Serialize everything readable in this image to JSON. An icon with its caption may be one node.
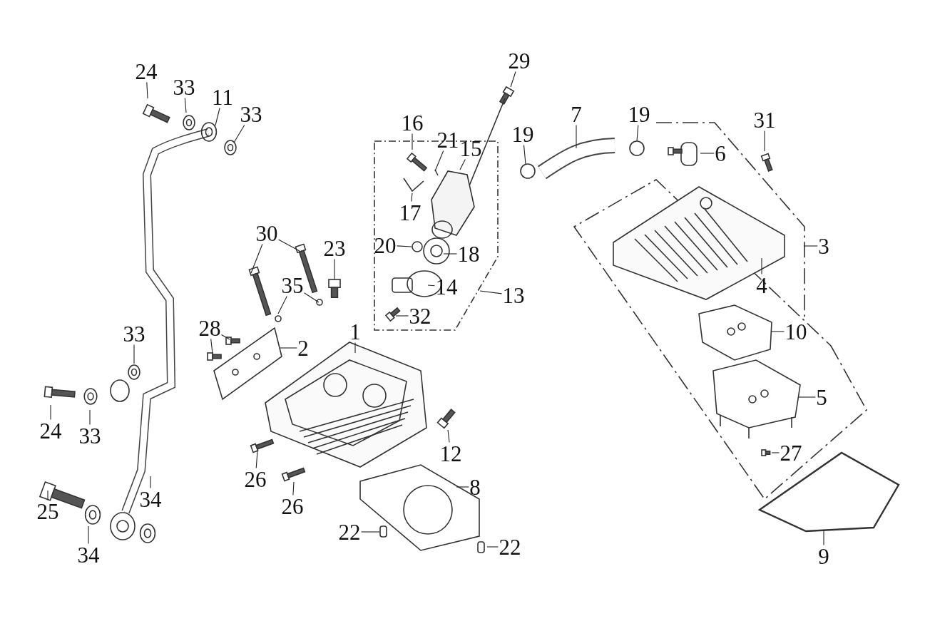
{
  "diagram": {
    "nodes": [
      {
        "text": [
          "29"
        ]
      },
      {
        "text": [
          "24"
        ]
      },
      {
        "text": [
          "33"
        ]
      },
      {
        "text": [
          "11"
        ]
      },
      {
        "text": [
          "33"
        ]
      },
      {
        "text": [
          "7"
        ]
      },
      {
        "text": [
          "19"
        ]
      },
      {
        "text": [
          "31"
        ]
      },
      {
        "text": [
          "16"
        ]
      },
      {
        "text": [
          "19"
        ]
      },
      {
        "text": [
          "21"
        ]
      },
      {
        "text": [
          "15"
        ]
      },
      {
        "text": [
          "6"
        ]
      },
      {
        "text": [
          "17"
        ]
      },
      {
        "text": [
          "20"
        ]
      },
      {
        "text": [
          "30"
        ]
      },
      {
        "text": [
          "18"
        ]
      },
      {
        "text": [
          "23"
        ]
      },
      {
        "text": [
          "3"
        ]
      },
      {
        "text": [
          "35"
        ]
      },
      {
        "text": [
          "14"
        ]
      },
      {
        "text": [
          "4"
        ]
      },
      {
        "text": [
          "13"
        ]
      },
      {
        "text": [
          "32"
        ]
      },
      {
        "text": [
          "1"
        ]
      },
      {
        "text": [
          "33"
        ]
      },
      {
        "text": [
          "28"
        ]
      },
      {
        "text": [
          "2"
        ]
      },
      {
        "text": [
          "10"
        ]
      },
      {
        "text": [
          "5"
        ]
      },
      {
        "text": [
          "24"
        ]
      },
      {
        "text": [
          "33"
        ]
      },
      {
        "text": [
          "12"
        ]
      },
      {
        "text": [
          "27"
        ]
      },
      {
        "text": [
          "26"
        ]
      },
      {
        "text": [
          "8"
        ]
      },
      {
        "text": [
          "34"
        ]
      },
      {
        "text": [
          "25"
        ]
      },
      {
        "text": [
          "26"
        ]
      },
      {
        "text": [
          "34"
        ]
      },
      {
        "text": [
          "22"
        ]
      },
      {
        "text": [
          "22"
        ]
      },
      {
        "text": [
          "9"
        ]
      }
    ],
    "edges": [
      {
        "from": 0,
        "to": null,
        "arrow": "none"
      },
      {
        "from": 1,
        "to": null,
        "arrow": "none"
      },
      {
        "from": 2,
        "to": null,
        "arrow": "none"
      },
      {
        "from": 3,
        "to": null,
        "arrow": "none"
      },
      {
        "from": 4,
        "to": null,
        "arrow": "none"
      },
      {
        "from": 5,
        "to": null,
        "arrow": "none"
      },
      {
        "from": 6,
        "to": null,
        "arrow": "none"
      },
      {
        "from": 7,
        "to": null,
        "arrow": "none"
      },
      {
        "from": 8,
        "to": null,
        "arrow": "none"
      },
      {
        "from": 9,
        "to": null,
        "arrow": "none"
      },
      {
        "from": 10,
        "to": null,
        "arrow": "none"
      },
      {
        "from": 11,
        "to": null,
        "arrow": "none"
      },
      {
        "from": 12,
        "to": null,
        "arrow": "none"
      },
      {
        "from": 13,
        "to": null,
        "arrow": "none"
      },
      {
        "from": 14,
        "to": null,
        "arrow": "none"
      },
      {
        "from": 15,
        "to": null,
        "arrow": "none"
      },
      {
        "from": 15,
        "to": null,
        "arrow": "none"
      },
      {
        "from": 16,
        "to": null,
        "arrow": "none"
      },
      {
        "from": 17,
        "to": null,
        "arrow": "none"
      },
      {
        "from": 18,
        "to": null,
        "arrow": "none"
      },
      {
        "from": 19,
        "to": null,
        "arrow": "none"
      },
      {
        "from": 19,
        "to": null,
        "arrow": "none"
      },
      {
        "from": 20,
        "to": null,
        "arrow": "none"
      },
      {
        "from": 21,
        "to": null,
        "arrow": "none"
      },
      {
        "from": 22,
        "to": null,
        "arrow": "none"
      },
      {
        "from": 23,
        "to": null,
        "arrow": "none"
      },
      {
        "from": 24,
        "to": null,
        "arrow": "none"
      },
      {
        "from": 25,
        "to": null,
        "arrow": "none"
      },
      {
        "from": 26,
        "to": null,
        "arrow": "none"
      },
      {
        "from": 26,
        "to": null,
        "arrow": "none"
      },
      {
        "from": 27,
        "to": null,
        "arrow": "none"
      },
      {
        "from": 28,
        "to": null,
        "arrow": "none"
      },
      {
        "from": 29,
        "to": null,
        "arrow": "none"
      },
      {
        "from": 30,
        "to": null,
        "arrow": "none"
      },
      {
        "from": 31,
        "to": null,
        "arrow": "none"
      },
      {
        "from": 32,
        "to": null,
        "arrow": "none"
      },
      {
        "from": 33,
        "to": null,
        "arrow": "none"
      },
      {
        "from": 34,
        "to": null,
        "arrow": "none"
      },
      {
        "from": 35,
        "to": null,
        "arrow": "none"
      },
      {
        "from": 36,
        "to": null,
        "arrow": "none"
      },
      {
        "from": 37,
        "to": null,
        "arrow": "none"
      },
      {
        "from": 38,
        "to": null,
        "arrow": "none"
      },
      {
        "from": 39,
        "to": null,
        "arrow": "none"
      },
      {
        "from": 40,
        "to": null,
        "arrow": "none"
      },
      {
        "from": 41,
        "to": null,
        "arrow": "none"
      },
      {
        "from": 42,
        "to": null,
        "arrow": "none"
      }
    ]
  }
}
